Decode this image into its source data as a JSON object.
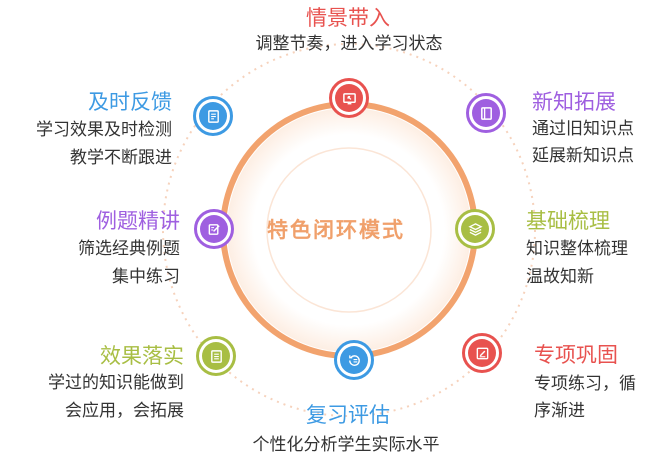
{
  "center": {
    "label": "特色闭环模式"
  },
  "colors": {
    "ring": "#f2a36e",
    "red": "#e8524f",
    "purple": "#9f5fe0",
    "green": "#a8be44",
    "blue": "#3d9ae3"
  },
  "items": [
    {
      "title": "情景带入",
      "desc": [
        "调整节奏，进入学习状态"
      ],
      "icon": "screen-icon",
      "color": "red"
    },
    {
      "title": "新知拓展",
      "desc": [
        "通过旧知识点",
        "延展新知识点"
      ],
      "icon": "book-icon",
      "color": "purple"
    },
    {
      "title": "基础梳理",
      "desc": [
        "知识整体梳理",
        "温故知新"
      ],
      "icon": "layers-icon",
      "color": "green"
    },
    {
      "title": "专项巩固",
      "desc": [
        "专项练习，循",
        "序渐进"
      ],
      "icon": "edit-icon",
      "color": "red"
    },
    {
      "title": "复习评估",
      "desc": [
        "个性化分析学生实际水平"
      ],
      "icon": "refresh-list-icon",
      "color": "blue"
    },
    {
      "title": "效果落实",
      "desc": [
        "学过的知识能做到",
        "会应用，会拓展"
      ],
      "icon": "document-icon",
      "color": "green"
    },
    {
      "title": "例题精讲",
      "desc": [
        "筛选经典例题",
        "集中练习"
      ],
      "icon": "edit-note-icon",
      "color": "purple"
    },
    {
      "title": "及时反馈",
      "desc": [
        "学习效果及时检测",
        "教学不断跟进"
      ],
      "icon": "checklist-icon",
      "color": "blue"
    }
  ]
}
